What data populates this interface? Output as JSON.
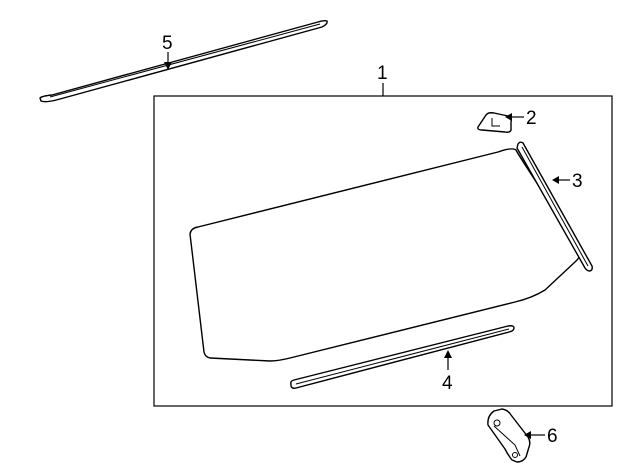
{
  "diagram": {
    "callouts": {
      "c1": "1",
      "c2": "2",
      "c3": "3",
      "c4": "4",
      "c5": "5",
      "c6": "6"
    }
  }
}
